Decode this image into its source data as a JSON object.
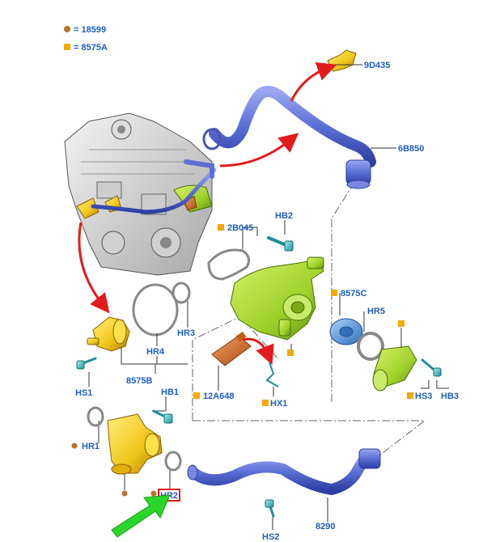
{
  "legend": {
    "items": [
      {
        "marker": "dot",
        "color": "#b8732a",
        "text": "= 18599"
      },
      {
        "marker": "square",
        "color": "#f5a800",
        "text": "= 8575A"
      }
    ]
  },
  "labels": {
    "p9D435": "9D435",
    "p6B850": "6B850",
    "pHB2": "HB2",
    "p2B045": "2B045",
    "p8575C": "8575C",
    "pHR5": "HR5",
    "pHR3": "HR3",
    "pHR4": "HR4",
    "p8575B": "8575B",
    "pHS1": "HS1",
    "pHB1": "HB1",
    "pHR1": "HR1",
    "pHR2": "HR2",
    "p12A648": "12A648",
    "pHX1": "HX1",
    "pHS3": "HS3",
    "pHB3": "HB3",
    "p8290": "8290",
    "pHS2": "HS2"
  },
  "colors": {
    "label": "#1f5fbf",
    "hose": "#5a6fd6",
    "green_part": "#9fd22a",
    "yellow_part": "#f0c419",
    "orange_part": "#d9671c",
    "blue_part": "#5a9be0",
    "arrow_red": "#e31b1b",
    "arrow_green": "#2bd62b",
    "highlight_box": "#e31b1b"
  }
}
